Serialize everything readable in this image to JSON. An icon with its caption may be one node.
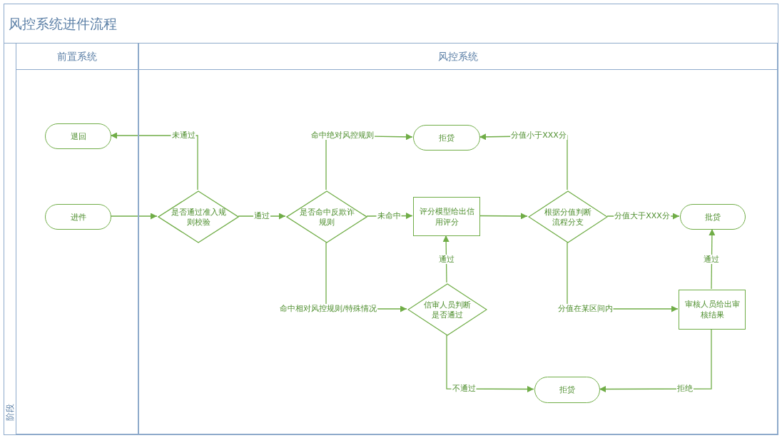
{
  "diagram": {
    "title": "风控系统进件流程",
    "nodes": [
      {
        "text": [
          "前置系统"
        ]
      },
      {
        "text": [
          "风控系统"
        ]
      },
      {
        "text": [
          "退回"
        ],
        "in": 0
      },
      {
        "text": [
          "进件"
        ],
        "in": 0
      },
      {
        "text": [
          "拒贷"
        ],
        "in": 1
      },
      {
        "text": [
          "是否通过准入规则校验"
        ],
        "in": 1
      },
      {
        "text": [
          "是否命中反欺诈规则"
        ],
        "in": 1
      },
      {
        "text": [
          "评分模型给出信用评分"
        ],
        "in": 1
      },
      {
        "text": [
          "根据分值判断流程分支"
        ],
        "in": 1
      },
      {
        "text": [
          "批贷"
        ],
        "in": 1
      },
      {
        "text": [
          "信审人员判断是否通过"
        ],
        "in": 1
      },
      {
        "text": [
          "审核人员给出审核结果"
        ],
        "in": 1
      },
      {
        "text": [
          "拒贷"
        ],
        "in": 1
      }
    ],
    "edges": [
      {
        "from": 3,
        "to": 5,
        "arrow": "to"
      },
      {
        "from": 5,
        "to": 2,
        "arrow": "to",
        "label": "未通过"
      },
      {
        "from": 5,
        "to": 6,
        "arrow": "to",
        "label": "通过"
      },
      {
        "from": 6,
        "to": 4,
        "arrow": "to",
        "label": "命中绝对风控规则"
      },
      {
        "from": 6,
        "to": 7,
        "arrow": "to",
        "label": "未命中"
      },
      {
        "from": 6,
        "to": 10,
        "arrow": "to",
        "label": "命中相对风控规则/特殊情况"
      },
      {
        "from": 7,
        "to": 8,
        "arrow": "to"
      },
      {
        "from": 8,
        "to": 4,
        "arrow": "to",
        "label": "分值小于XXX分"
      },
      {
        "from": 8,
        "to": 9,
        "arrow": "to",
        "label": "分值大于XXX分"
      },
      {
        "from": 8,
        "to": 11,
        "arrow": "to",
        "label": "分值在某区间内"
      },
      {
        "from": 10,
        "to": 7,
        "arrow": "to",
        "label": "通过"
      },
      {
        "from": 11,
        "to": 9,
        "arrow": "to",
        "label": "通过"
      },
      {
        "from": 10,
        "to": 12,
        "arrow": "to",
        "label": "不通过"
      },
      {
        "from": 11,
        "to": 12,
        "arrow": "to",
        "label": "拒绝"
      }
    ],
    "labels": [
      "阶段"
    ]
  }
}
